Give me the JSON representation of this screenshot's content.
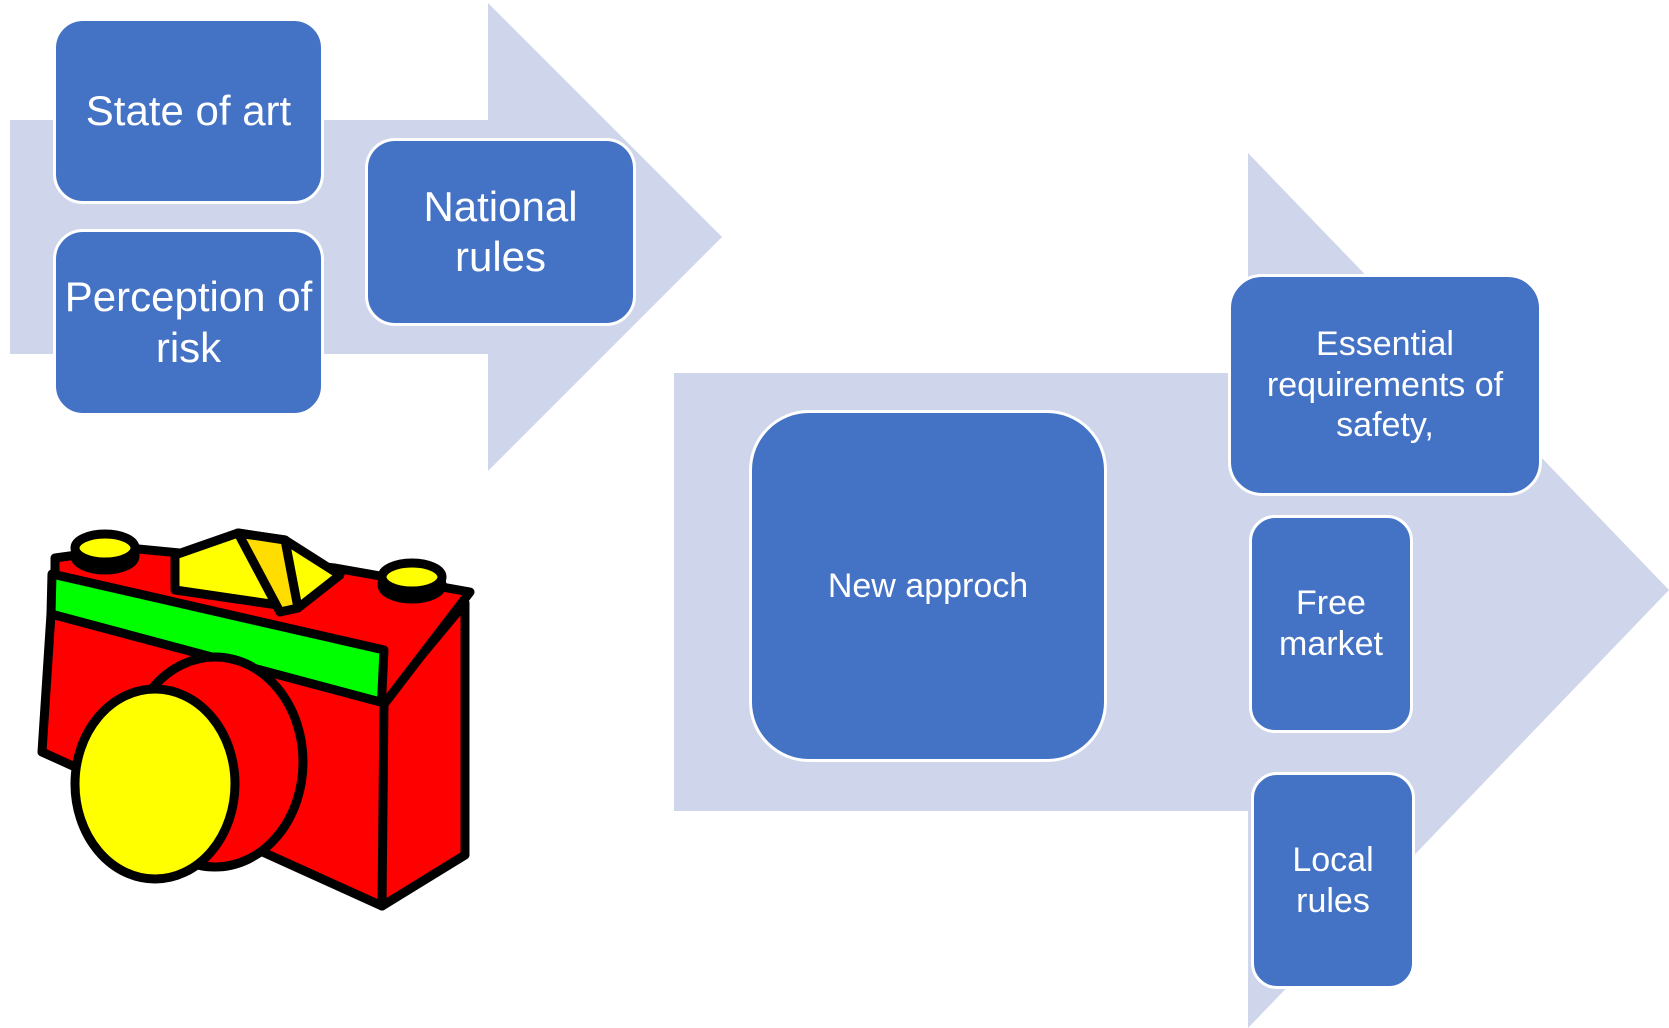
{
  "colors": {
    "arrow": "#cfd5ea",
    "box": "#4472c4",
    "box_border": "#ffffff",
    "text": "#ffffff"
  },
  "left_group": {
    "state_of_art": "State of art",
    "perception_of_risk": "Perception of risk",
    "national_rules": "National rules"
  },
  "right_group": {
    "new_approach": "New approch",
    "essential_requirements": "Essential requirements of safety,",
    "free_market": "Free market",
    "local_rules": "Local rules"
  },
  "illustration": {
    "icon": "camera-icon",
    "colors": [
      "#ff0000",
      "#ffff00",
      "#00ff00",
      "#000000"
    ]
  }
}
